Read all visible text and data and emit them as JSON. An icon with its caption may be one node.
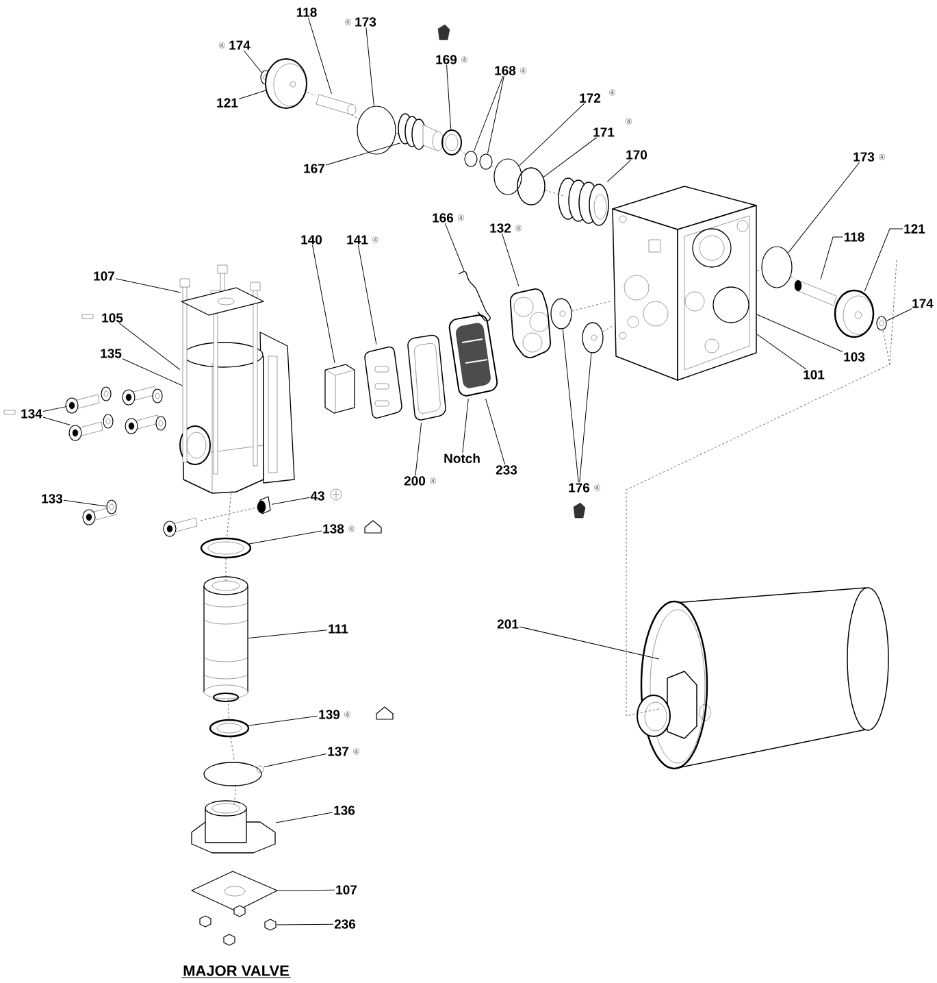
{
  "diagram": {
    "title": "MAJOR VALVE",
    "nodes": [
      {
        "text": [
          "174"
        ],
        "beside": [
          "④"
        ]
      },
      {
        "text": [
          "121"
        ]
      },
      {
        "text": [
          "118"
        ]
      },
      {
        "text": [
          "173"
        ],
        "beside": [
          "④"
        ]
      },
      {
        "text": [
          "169"
        ],
        "beside": [
          "④"
        ]
      },
      {
        "text": [
          "168"
        ],
        "beside": [
          "④"
        ]
      },
      {
        "text": [
          "172"
        ],
        "beside": [
          "④"
        ]
      },
      {
        "text": [
          "171"
        ],
        "beside": [
          "④"
        ]
      },
      {
        "text": [
          "167"
        ]
      },
      {
        "text": [
          "170"
        ]
      },
      {
        "text": [
          "173"
        ],
        "beside": [
          "④"
        ]
      },
      {
        "text": [
          "166"
        ],
        "beside": [
          "④"
        ]
      },
      {
        "text": [
          "132"
        ],
        "beside": [
          "④"
        ]
      },
      {
        "text": [
          "140"
        ]
      },
      {
        "text": [
          "141"
        ],
        "beside": [
          "④"
        ]
      },
      {
        "text": [
          "118"
        ]
      },
      {
        "text": [
          "121"
        ]
      },
      {
        "text": [
          "107"
        ]
      },
      {
        "text": [
          "105"
        ]
      },
      {
        "text": [
          "135"
        ]
      },
      {
        "text": [
          "174"
        ]
      },
      {
        "text": [
          "103"
        ]
      },
      {
        "text": [
          "101"
        ]
      },
      {
        "text": [
          "134"
        ]
      },
      {
        "text": [
          "Notch"
        ]
      },
      {
        "text": [
          "233"
        ]
      },
      {
        "text": [
          "200"
        ],
        "beside": [
          "④"
        ]
      },
      {
        "text": [
          "176"
        ],
        "beside": [
          "④"
        ]
      },
      {
        "text": [
          "133"
        ]
      },
      {
        "text": [
          "43"
        ]
      },
      {
        "text": [
          "138"
        ],
        "beside": [
          "④"
        ]
      },
      {
        "text": [
          "111"
        ]
      },
      {
        "text": [
          "201"
        ]
      },
      {
        "text": [
          "139"
        ],
        "beside": [
          "④"
        ]
      },
      {
        "text": [
          "137"
        ],
        "beside": [
          "④"
        ]
      },
      {
        "text": [
          "136"
        ]
      },
      {
        "text": [
          "107"
        ]
      },
      {
        "text": [
          "236"
        ]
      },
      {
        "text": [],
        "shape": "picture"
      },
      {
        "text": [],
        "shape": "picture"
      },
      {
        "text": [],
        "shape": "cylinder"
      },
      {
        "text": [],
        "shape": "circle"
      },
      {
        "text": [],
        "shape": "picture"
      },
      {
        "text": [],
        "shape": "circle"
      },
      {
        "text": [],
        "shape": "circle"
      },
      {
        "text": [],
        "shape": "circle"
      },
      {
        "text": [],
        "shape": "circle"
      },
      {
        "text": [],
        "shape": "picture"
      },
      {
        "text": [],
        "shape": "picture"
      },
      {
        "text": [],
        "shape": "circle"
      },
      {
        "text": [],
        "shape": "picture"
      },
      {
        "text": [],
        "shape": "picture"
      },
      {
        "text": [],
        "shape": "picture"
      },
      {
        "text": [],
        "shape": "picture"
      },
      {
        "text": [],
        "shape": "cylinder"
      },
      {
        "text": [],
        "shape": "picture"
      },
      {
        "text": [],
        "shape": "picture"
      },
      {
        "text": [],
        "shape": "picture"
      },
      {
        "text": [],
        "shape": "picture"
      },
      {
        "text": [],
        "shape": "picture"
      },
      {
        "text": [],
        "shape": "picture"
      },
      {
        "text": [],
        "shape": "cylinder"
      },
      {
        "text": [],
        "shape": "cylinder"
      },
      {
        "text": [],
        "shape": "picture"
      },
      {
        "text": [],
        "shape": "picture"
      },
      {
        "text": [],
        "shape": "picture"
      },
      {
        "text": [],
        "shape": "picture"
      },
      {
        "text": [],
        "shape": "picture"
      },
      {
        "text": [],
        "shape": "picture"
      },
      {
        "text": [],
        "shape": "picture"
      },
      {
        "text": [],
        "shape": "picture"
      },
      {
        "text": [],
        "shape": "picture"
      },
      {
        "text": [],
        "shape": "picture"
      },
      {
        "text": [],
        "shape": "circle"
      },
      {
        "text": [],
        "shape": "cylinder"
      },
      {
        "text": [],
        "shape": "picture"
      },
      {
        "text": [],
        "shape": "hexagon"
      },
      {
        "text": [],
        "shape": "cylinder"
      }
    ],
    "edges": [
      {
        "from": 0,
        "to": 38,
        "arrow": "none"
      },
      {
        "from": 1,
        "to": 39,
        "arrow": "none"
      },
      {
        "from": 2,
        "to": 40,
        "arrow": "none"
      },
      {
        "from": 3,
        "to": 41,
        "arrow": "none"
      },
      {
        "from": 4,
        "to": 42,
        "arrow": "none"
      },
      {
        "from": 5,
        "to": 43,
        "arrow": "none"
      },
      {
        "from": 5,
        "to": 44,
        "arrow": "none"
      },
      {
        "from": 6,
        "to": 45,
        "arrow": "none"
      },
      {
        "from": 7,
        "to": 46,
        "arrow": "none"
      },
      {
        "from": 8,
        "to": 47,
        "arrow": "none"
      },
      {
        "from": 9,
        "to": 48,
        "arrow": "none"
      },
      {
        "from": 10,
        "to": 49,
        "arrow": "none"
      },
      {
        "from": 11,
        "to": 50,
        "arrow": "none"
      },
      {
        "from": 12,
        "to": 51,
        "arrow": "none"
      },
      {
        "from": 13,
        "to": 52,
        "arrow": "none"
      },
      {
        "from": 14,
        "to": 53,
        "arrow": "none"
      },
      {
        "from": 15,
        "to": 54,
        "arrow": "none"
      },
      {
        "from": 16,
        "to": 55,
        "arrow": "none"
      },
      {
        "from": 17,
        "to": 56,
        "arrow": "none"
      },
      {
        "from": 18,
        "to": 57,
        "arrow": "none"
      },
      {
        "from": 19,
        "to": 58,
        "arrow": "none"
      },
      {
        "from": 20,
        "to": 59,
        "arrow": "none"
      },
      {
        "from": 21,
        "to": 60,
        "arrow": "none"
      },
      {
        "from": 22,
        "to": 60,
        "arrow": "none"
      },
      {
        "from": 23,
        "to": 61,
        "arrow": "none"
      },
      {
        "from": 23,
        "to": 62,
        "arrow": "none"
      },
      {
        "from": 24,
        "to": 63,
        "arrow": "none"
      },
      {
        "from": 25,
        "to": 63,
        "arrow": "none"
      },
      {
        "from": 26,
        "to": 64,
        "arrow": "none"
      },
      {
        "from": 27,
        "to": 65,
        "arrow": "none"
      },
      {
        "from": 27,
        "to": 66,
        "arrow": "none"
      },
      {
        "from": 28,
        "to": 67,
        "arrow": "none"
      },
      {
        "from": 29,
        "to": 68,
        "arrow": "none"
      },
      {
        "from": 30,
        "to": 69,
        "arrow": "none"
      },
      {
        "from": 31,
        "to": 70,
        "arrow": "none"
      },
      {
        "from": 32,
        "to": 71,
        "arrow": "none"
      },
      {
        "from": 33,
        "to": 72,
        "arrow": "none"
      },
      {
        "from": 34,
        "to": 73,
        "arrow": "none"
      },
      {
        "from": 35,
        "to": 74,
        "arrow": "none"
      },
      {
        "from": 36,
        "to": 75,
        "arrow": "none"
      },
      {
        "from": 37,
        "to": 76,
        "arrow": "none"
      },
      {
        "from": 39,
        "to": 40,
        "arrow": "none",
        "style": "dashed"
      },
      {
        "from": 40,
        "to": 41,
        "arrow": "none",
        "style": "dashed"
      },
      {
        "from": 41,
        "to": 47,
        "arrow": "none",
        "style": "dashed"
      },
      {
        "from": 42,
        "to": 43,
        "arrow": "none",
        "style": "dashed"
      },
      {
        "from": 44,
        "to": 45,
        "arrow": "none",
        "style": "dashed"
      },
      {
        "from": 45,
        "to": 46,
        "arrow": "none",
        "style": "dashed"
      },
      {
        "from": 46,
        "to": 48,
        "arrow": "none",
        "style": "dashed"
      },
      {
        "from": 59,
        "to": 71,
        "arrow": "none",
        "style": "dashed"
      },
      {
        "from": 60,
        "to": 49,
        "arrow": "none",
        "style": "dashed"
      },
      {
        "from": 49,
        "to": 54,
        "arrow": "none",
        "style": "dashed"
      },
      {
        "from": 65,
        "to": 60,
        "arrow": "none",
        "style": "dashed"
      },
      {
        "from": 66,
        "to": 60,
        "arrow": "none",
        "style": "dashed"
      },
      {
        "from": 77,
        "to": 68,
        "arrow": "none",
        "style": "dashed"
      },
      {
        "from": 58,
        "to": 69,
        "arrow": "none",
        "style": "dashed"
      },
      {
        "from": 69,
        "to": 70,
        "arrow": "none",
        "style": "dashed"
      },
      {
        "from": 70,
        "to": 72,
        "arrow": "none",
        "style": "dashed"
      },
      {
        "from": 72,
        "to": 73,
        "arrow": "none",
        "style": "dashed"
      },
      {
        "from": 73,
        "to": 74,
        "arrow": "none",
        "style": "dashed"
      }
    ]
  }
}
